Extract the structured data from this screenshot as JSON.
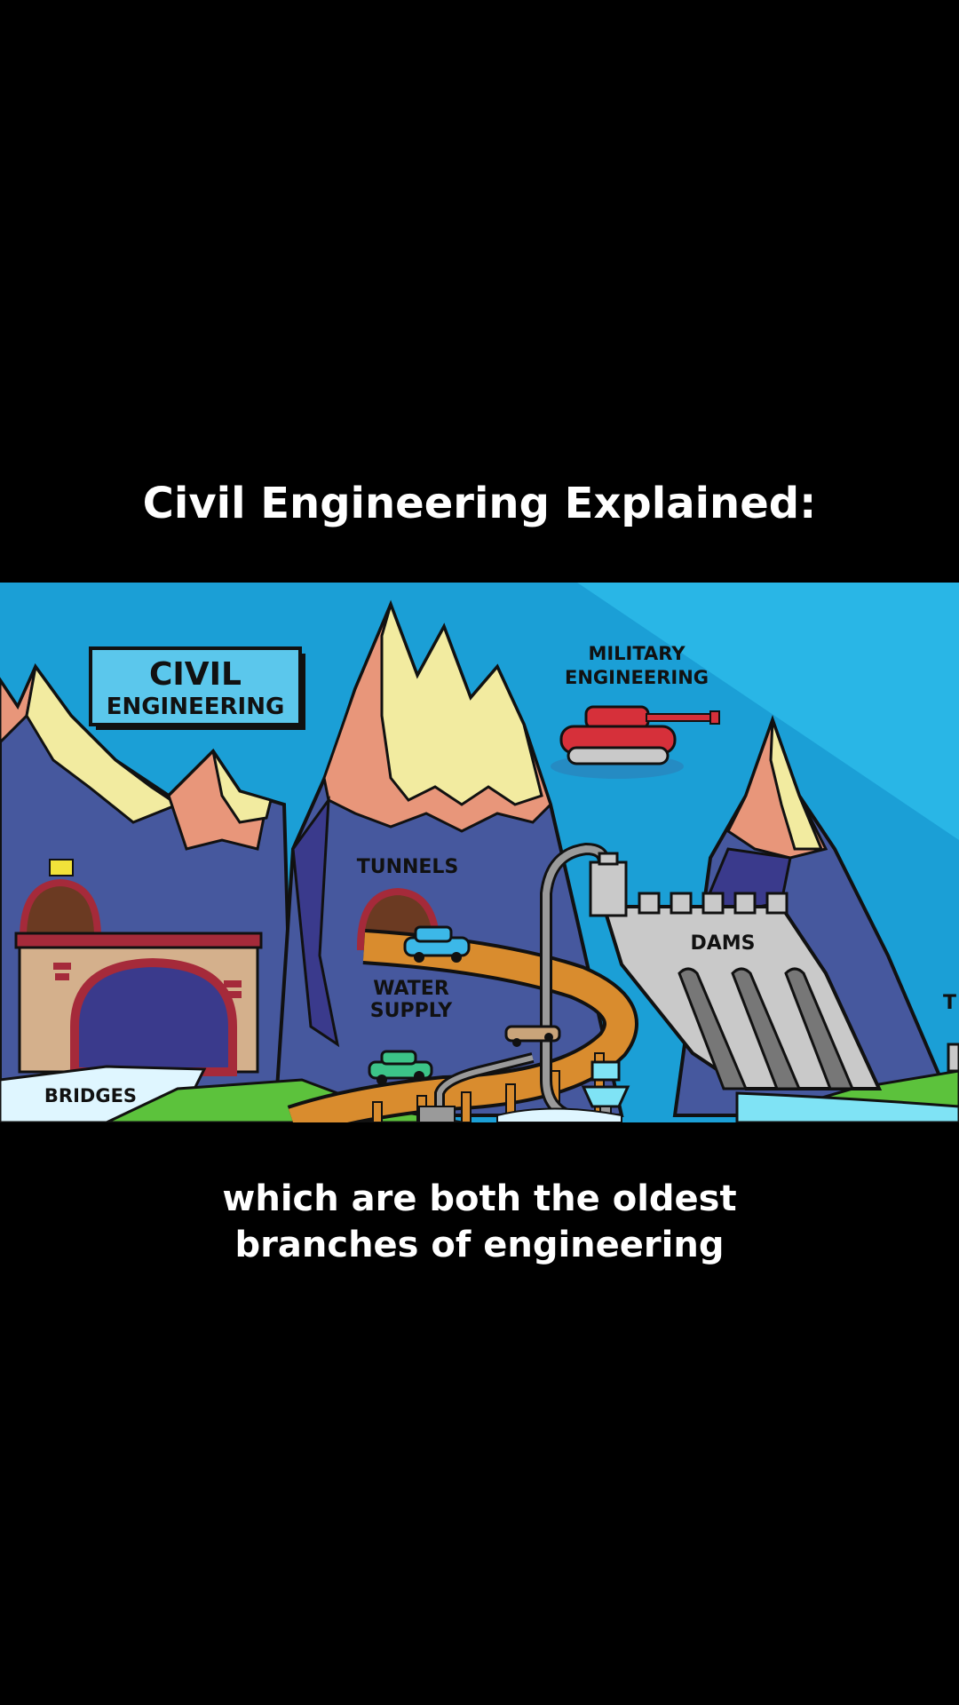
{
  "video": {
    "title": "Civil Engineering Explained:",
    "caption_line1": "which are both the oldest",
    "caption_line2": "branches of engineering"
  },
  "illustration": {
    "sign_line1": "CIVIL",
    "sign_line2": "ENGINEERING",
    "military_line1": "MILITARY",
    "military_line2": "ENGINEERING",
    "tunnels": "TUNNELS",
    "water_line1": "WATER",
    "water_line2": "SUPPLY",
    "dams": "DAMS",
    "bridges": "BRIDGES",
    "edge_letter": "T"
  },
  "colors": {
    "sky": "#1b9fd6",
    "mountain": "#46589e",
    "peak_orange": "#e8967a",
    "peak_yellow": "#f2eba0",
    "road": "#d98c2e",
    "grass": "#5cc23c",
    "tank": "#d6303a",
    "dam": "#c9c9c9"
  }
}
